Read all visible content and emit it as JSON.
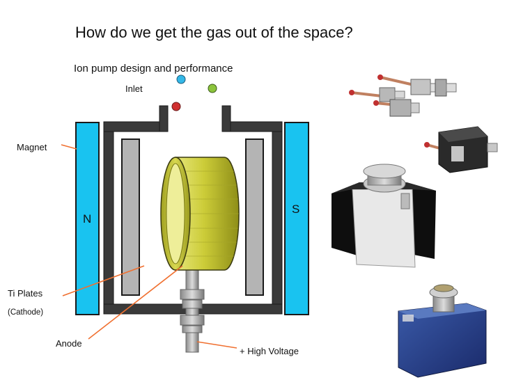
{
  "title": "How do we get the gas out of the space?",
  "subtitle": "Ion pump design and performance",
  "labels": {
    "inlet": "Inlet",
    "magnet": "Magnet",
    "north": "N",
    "south": "S",
    "ti_plates": "Ti Plates",
    "cathode": "(Cathode)",
    "anode": "Anode",
    "high_voltage": "+ High Voltage"
  },
  "colors": {
    "magnet": "#19c3f0",
    "housing": "#3a3a3a",
    "plate": "#b4b4b4",
    "anode": "#c8c832",
    "leader": "#f07030",
    "gas_blue": "#33b8e8",
    "gas_green": "#8cc43c",
    "gas_red": "#d03030"
  },
  "photos": [
    {
      "name": "small-ion-pumps-photo"
    },
    {
      "name": "sealed-ion-pump-photo"
    },
    {
      "name": "large-ion-pump-photo"
    },
    {
      "name": "blue-ion-pump-photo"
    }
  ]
}
